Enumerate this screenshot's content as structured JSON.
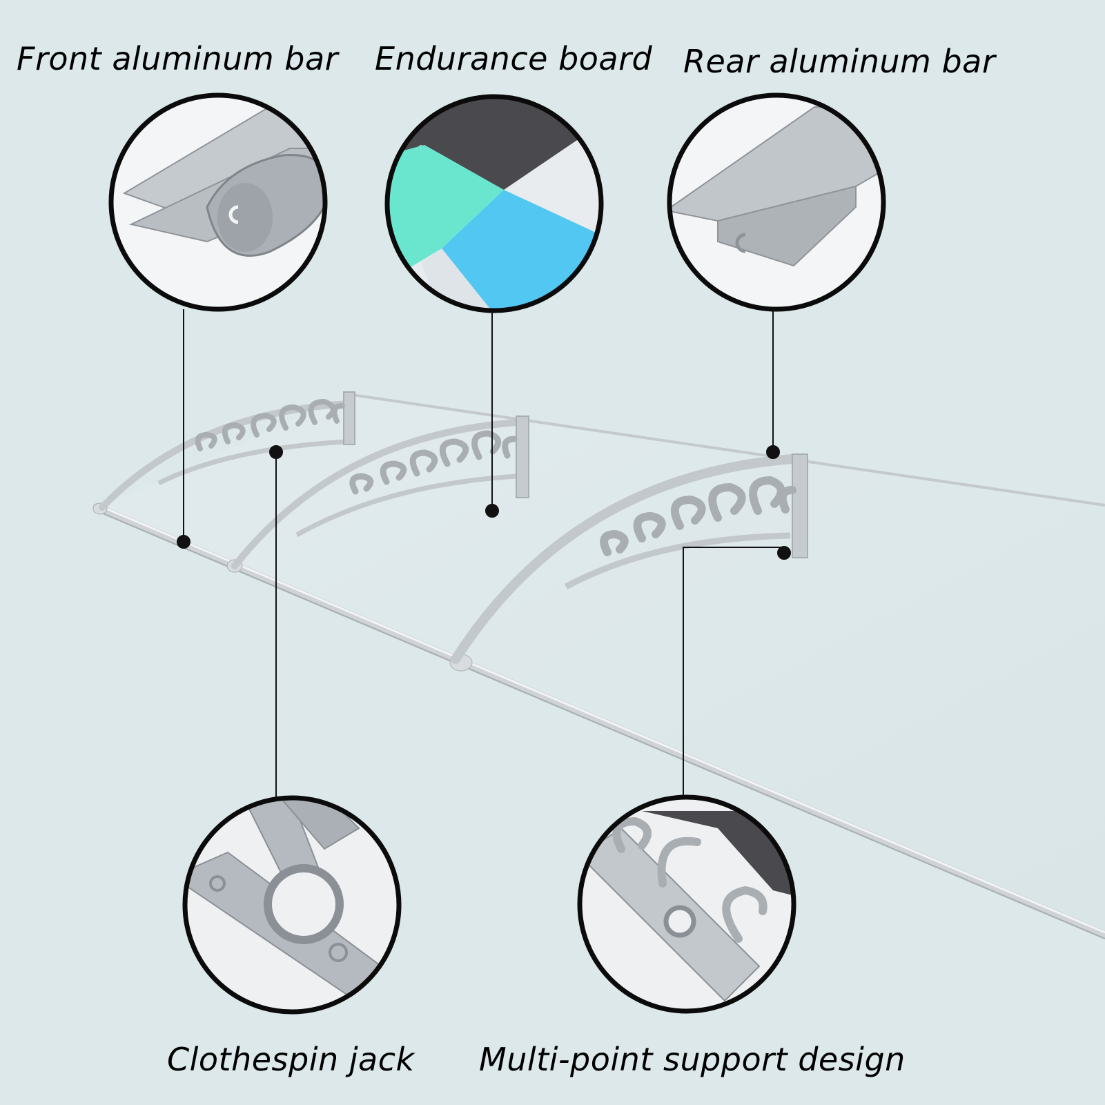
{
  "labels": {
    "front_bar": "Front aluminum bar",
    "endurance_board": "Endurance board",
    "rear_bar": "Rear aluminum bar",
    "clothespin_jack": "Clothespin jack",
    "multi_point": "Multi-point support design"
  },
  "colors": {
    "background": "#dce8ea",
    "aluminum": "#b9bec4",
    "board_dark": "#4a4a4e",
    "board_green": "#6ae6cf",
    "board_blue": "#52c7f2",
    "callout_line": "#111111"
  }
}
